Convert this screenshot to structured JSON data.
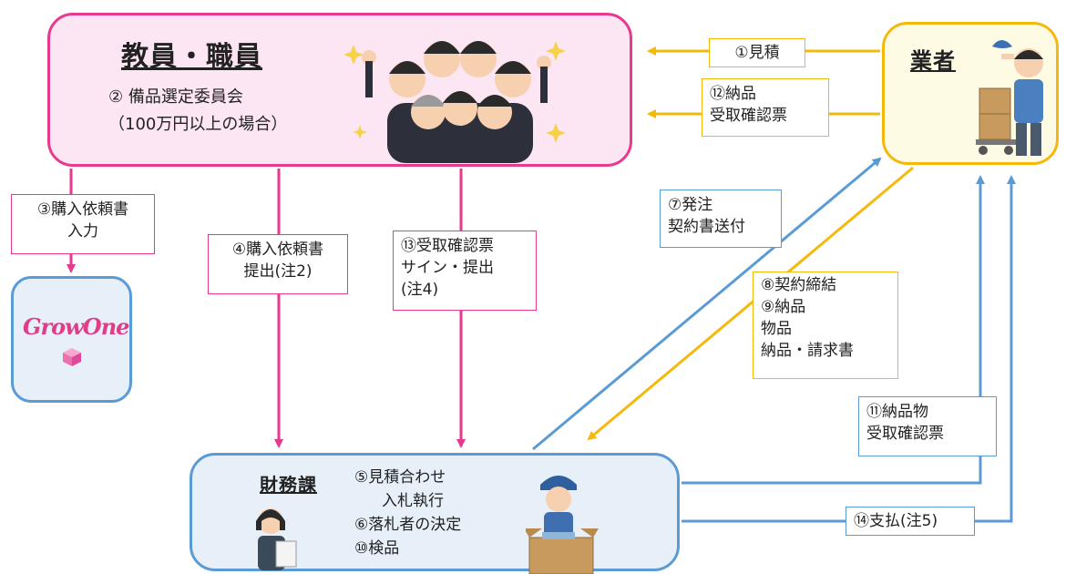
{
  "staff": {
    "title": "教員・職員",
    "note_line1": "② 備品選定委員会",
    "note_line2": "（100万円以上の場合）"
  },
  "vendor": {
    "title": "業者"
  },
  "finance": {
    "title": "財務課",
    "steps": [
      "⑤見積合わせ",
      "入札執行",
      "⑥落札者の決定",
      "⑩検品"
    ]
  },
  "growone": {
    "logo_text": "GrowOne"
  },
  "labels": {
    "estimate": "①見積",
    "delivery_receipt": "⑫納品\n受取確認票",
    "purchase_input": "③購入依頼書\n入力",
    "purchase_submit": "④購入依頼書\n提出(注2)",
    "receipt_sign": "⑬受取確認票\nサイン・提出\n(注4)",
    "order": "⑦発注\n契約書送付",
    "contract": "⑧契約締結\n⑨納品\n物品\n納品・請求書",
    "delivered_goods": "⑪納品物\n受取確認票",
    "payment": "⑭支払(注5)"
  },
  "colors": {
    "pink": "#e8398f",
    "yellow": "#f5b90d",
    "blue": "#5b9bd5"
  }
}
